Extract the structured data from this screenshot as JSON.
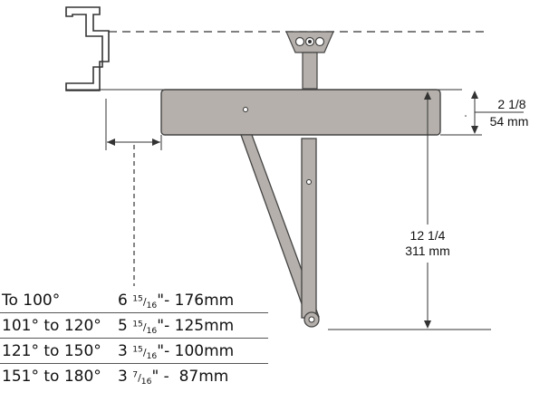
{
  "dimensions": {
    "top_height_in": "2 1/8",
    "top_height_mm": "54 mm",
    "arm_height_in": "12 1/4",
    "arm_height_mm": "311 mm"
  },
  "projection_table": [
    {
      "angle": "To 100°",
      "whole": "6 ",
      "numerator": "15",
      "denominator": "16",
      "suffix": "\"- 176mm"
    },
    {
      "angle": "101° to 120°",
      "whole": "5 ",
      "numerator": "15",
      "denominator": "16",
      "suffix": "\"- 125mm"
    },
    {
      "angle": "121° to 150°",
      "whole": "3 ",
      "numerator": "15",
      "denominator": "16",
      "suffix": "\"- 100mm"
    },
    {
      "angle": "151° to 180°",
      "whole": "3 ",
      "numerator": "7",
      "denominator": "16",
      "suffix": "\" -  87mm"
    }
  ]
}
